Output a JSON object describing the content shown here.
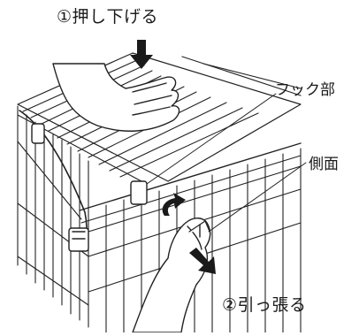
{
  "labels": {
    "step1": "①押し下げる",
    "hook": "フック部",
    "side": "側面",
    "step2": "②引っ張る"
  },
  "colors": {
    "line": "#222222",
    "arrow": "#1a1a1a",
    "background": "#ffffff"
  },
  "icons": {
    "push_down": "down-arrow-icon",
    "lift_rotate": "curved-up-arrow-icon",
    "pull_out": "diagonal-down-right-arrow-icon"
  }
}
